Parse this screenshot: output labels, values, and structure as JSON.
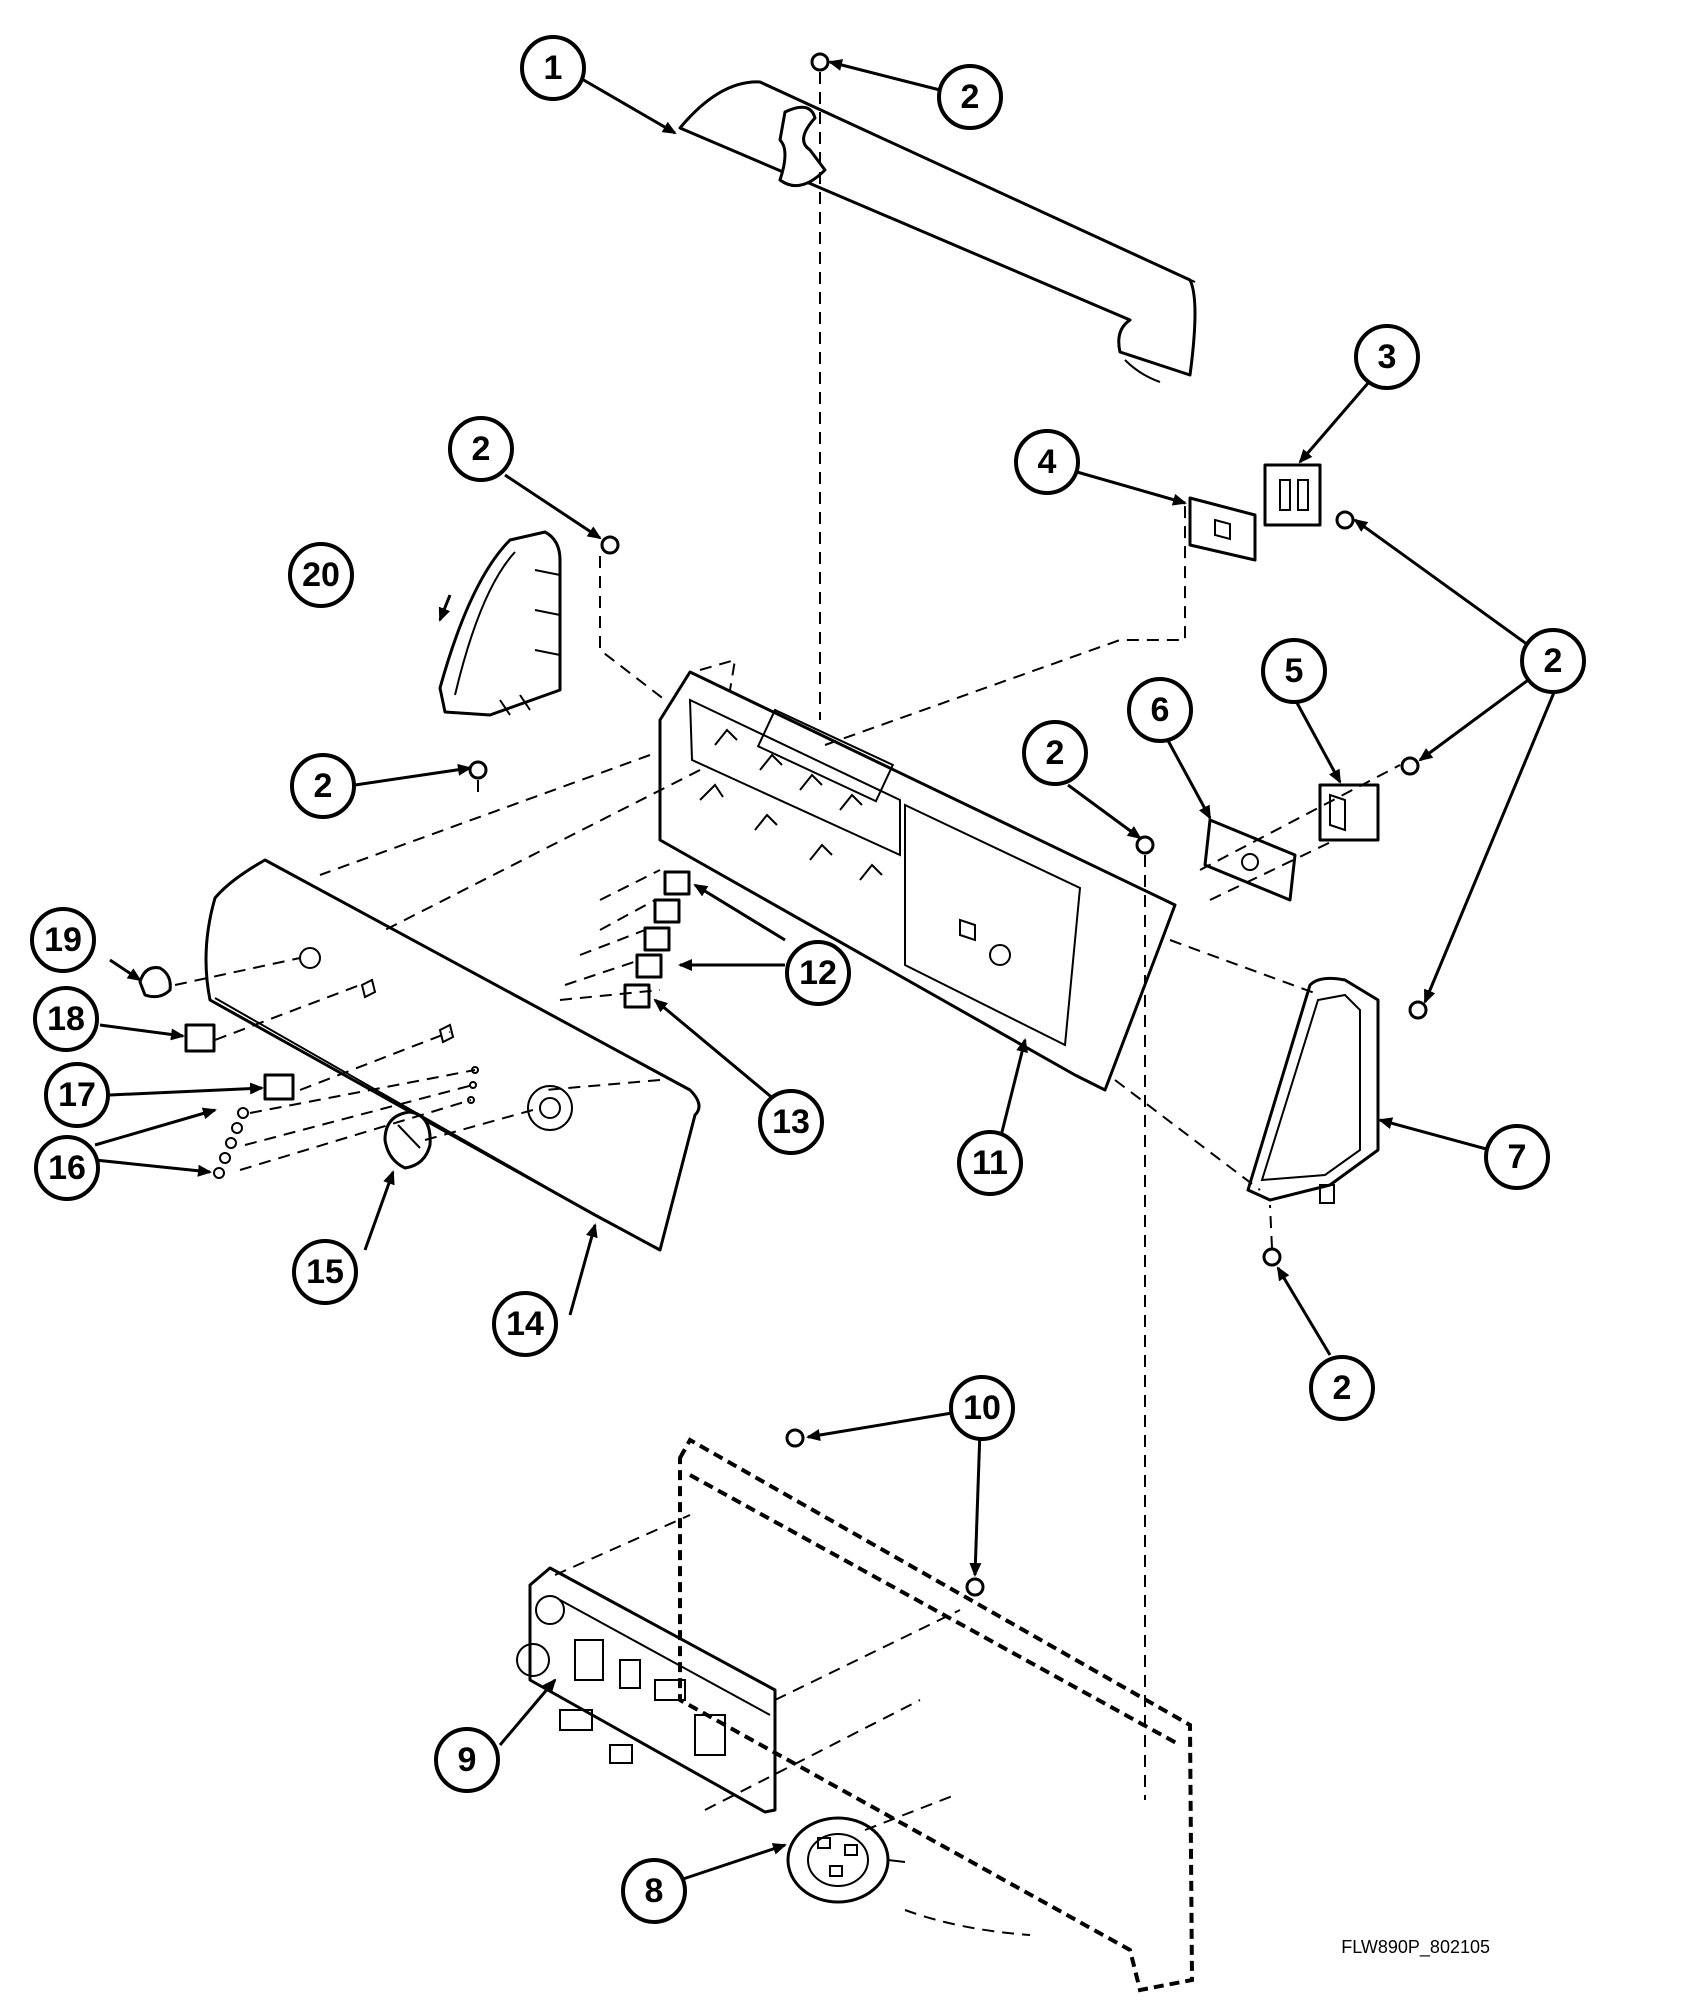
{
  "diagram": {
    "callouts": {
      "c1": "1",
      "c2a": "2",
      "c2b": "2",
      "c2c": "2",
      "c2d": "2",
      "c2e": "2",
      "c2f": "2",
      "c3": "3",
      "c4": "4",
      "c5": "5",
      "c6": "6",
      "c7": "7",
      "c8": "8",
      "c9": "9",
      "c10": "10",
      "c11": "11",
      "c12": "12",
      "c13": "13",
      "c14": "14",
      "c15": "15",
      "c16": "16",
      "c17": "17",
      "c18": "18",
      "c19": "19",
      "c20": "20"
    },
    "drawing_id": "FLW890P_802105"
  }
}
